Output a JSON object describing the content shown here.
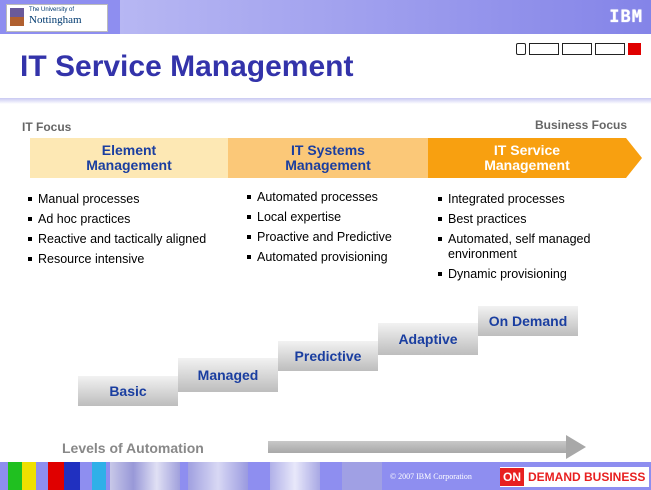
{
  "header": {
    "logo_small": "The University of",
    "logo_name": "Nottingham",
    "brand": "IBM"
  },
  "slide": {
    "title": "IT Service Management"
  },
  "focus": {
    "left": "IT Focus",
    "right": "Business Focus"
  },
  "columns": [
    {
      "heading_line1": "Element",
      "heading_line2": "Management",
      "items": [
        "Manual processes",
        "Ad hoc practices",
        "Reactive and tactically aligned",
        "Resource intensive"
      ]
    },
    {
      "heading_line1": "IT Systems",
      "heading_line2": "Management",
      "items": [
        "Automated processes",
        "Local expertise",
        "Proactive and Predictive",
        "Automated provisioning"
      ]
    },
    {
      "heading_line1": "IT Service",
      "heading_line2": "Management",
      "items": [
        "Integrated processes",
        "Best practices",
        "Automated, self managed environment",
        "Dynamic provisioning"
      ]
    }
  ],
  "steps": [
    "Basic",
    "Managed",
    "Predictive",
    "Adaptive",
    "On Demand"
  ],
  "axis_label": "Levels of Automation",
  "footer": {
    "copyright": "© 2007 IBM Corporation",
    "on_label": "ON",
    "tagline": "DEMAND BUSINESS"
  },
  "colors": {
    "title": "#3333aa",
    "band_light": "#fde8b4",
    "band_mid": "#fbc878",
    "band_dark": "#f8a010",
    "step_text": "#1a3ea0",
    "top_bar": "#8e8ef0"
  }
}
